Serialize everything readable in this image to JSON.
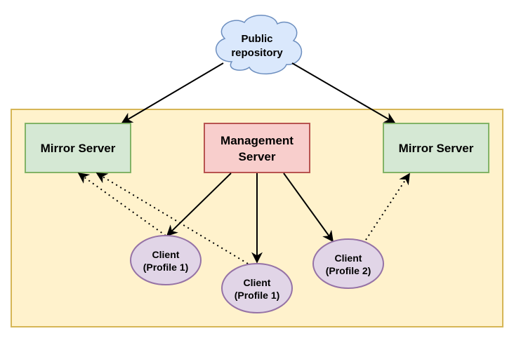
{
  "cloud": {
    "line1": "Public",
    "line2": "repository"
  },
  "mirror_left": {
    "label": "Mirror Server"
  },
  "mirror_right": {
    "label": "Mirror Server"
  },
  "management": {
    "line1": "Management",
    "line2": "Server"
  },
  "clients": [
    {
      "line1": "Client",
      "line2": "(Profile 1)"
    },
    {
      "line1": "Client",
      "line2": "(Profile 1)"
    },
    {
      "line1": "Client",
      "line2": "(Profile 2)"
    }
  ],
  "colors": {
    "container_fill": "#fff2cc",
    "container_stroke": "#d6b656",
    "cloud_fill": "#dae8fc",
    "cloud_stroke": "#6c8ebf",
    "mirror_fill": "#d5e8d4",
    "mirror_stroke": "#82b366",
    "management_fill": "#f8cecc",
    "management_stroke": "#b85450",
    "client_fill": "#e1d5e7",
    "client_stroke": "#9673a6"
  }
}
